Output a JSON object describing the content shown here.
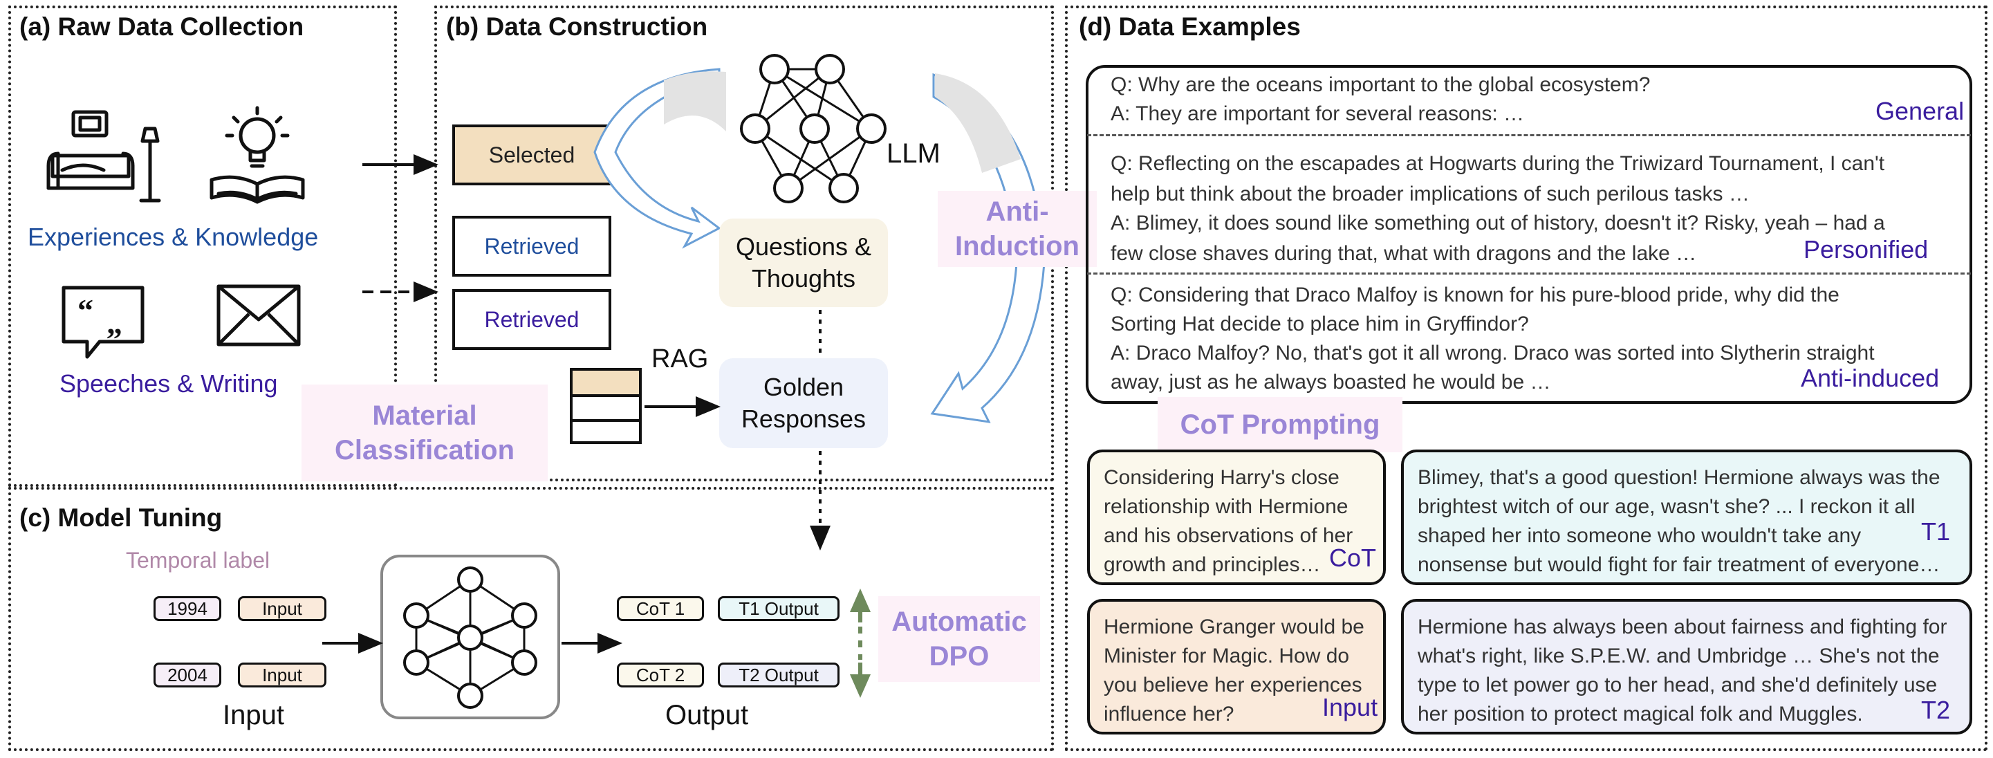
{
  "sections": {
    "a_title": "(a) Raw Data Collection",
    "b_title": "(b) Data Construction",
    "c_title": "(c) Model Tuning",
    "d_title": "(d) Data Examples"
  },
  "raw": {
    "experiences": "Experiences & Knowledge",
    "speeches": "Speeches & Writing"
  },
  "construction": {
    "selected": "Selected",
    "retrieved_1": "Retrieved",
    "retrieved_2": "Retrieved",
    "llm": "LLM",
    "questions": "Questions & Thoughts",
    "golden": "Golden Responses",
    "rag": "RAG",
    "anti_induction": "Anti-Induction",
    "material_classification": "Material Classification"
  },
  "tuning": {
    "temporal_label": "Temporal label",
    "year_1": "1994",
    "year_2": "2004",
    "input_1": "Input",
    "input_2": "Input",
    "input_label": "Input",
    "cot_1": "CoT 1",
    "cot_2": "CoT 2",
    "t1_output": "T1 Output",
    "t2_output": "T2 Output",
    "output_label": "Output",
    "automatic_dpo": "Automatic DPO"
  },
  "examples": {
    "general_q": "Q: Why are the oceans important to the global ecosystem?",
    "general_a": "A: They are important for several reasons: …",
    "general_tag": "General",
    "personified_q1": "Q: Reflecting on the escapades at Hogwarts during the Triwizard Tournament, I can't",
    "personified_q2": "help but think about the broader implications of such perilous tasks …",
    "personified_a1": "A: Blimey, it does sound like something out of history, doesn't it? Risky, yeah – had a",
    "personified_a2": "few close shaves during that, what with dragons and the lake …",
    "personified_tag": "Personified",
    "anti_q1": "Q: Considering that Draco Malfoy is known for his pure-blood pride, why did the",
    "anti_q2": "Sorting Hat decide to place him in Gryffindor?",
    "anti_a1": "A: Draco Malfoy? No, that's got it all wrong. Draco was sorted into Slytherin straight",
    "anti_a2": "away, just as he always boasted he would be …",
    "anti_tag": "Anti-induced",
    "cot_prompting": "CoT Prompting",
    "cot_text": "Considering Harry's close relationship with Hermione and his observations of her growth and principles…",
    "cot_tag": "CoT",
    "t1_text": "Blimey, that's a good question! Hermione always was the brightest witch of our age, wasn't she? ... I reckon it all shaped her into someone who wouldn't take any nonsense but would fight for fair treatment of everyone…",
    "t1_tag": "T1",
    "input_text": "Hermione Granger would be Minister for Magic. How do you believe her experiences influence her?",
    "input_tag": "Input",
    "t2_text": "Hermione has always been about fairness and fighting for what's right, like S.P.E.W. and Umbridge … She's not the type to let power go to her head, and she'd definitely use her position to protect magical folk and Muggles.",
    "t2_tag": "T2"
  },
  "colors": {
    "accent_purple": "#3a1d9e",
    "label_purple": "#9a86d6",
    "blue_text": "#1f4e9c",
    "cream": "#f8f3e6",
    "light_blue": "#eef2fb",
    "sand": "#f3dfbf",
    "input_orange": "#faeadb",
    "t1_cyan": "#e9f7f8",
    "t2_lavender": "#eeeff9",
    "dpo_green": "#6e8a5c"
  }
}
